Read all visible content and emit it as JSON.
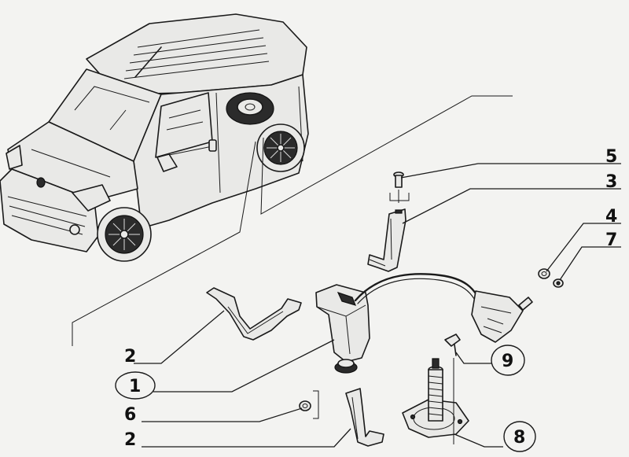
{
  "callouts": [
    {
      "id": "1",
      "label": "1",
      "circled": true
    },
    {
      "id": "2a",
      "label": "2",
      "circled": false
    },
    {
      "id": "2b",
      "label": "2",
      "circled": false
    },
    {
      "id": "3",
      "label": "3",
      "circled": false
    },
    {
      "id": "4",
      "label": "4",
      "circled": false
    },
    {
      "id": "5",
      "label": "5",
      "circled": false
    },
    {
      "id": "6",
      "label": "6",
      "circled": false
    },
    {
      "id": "7",
      "label": "7",
      "circled": false
    },
    {
      "id": "8",
      "label": "8",
      "circled": true
    },
    {
      "id": "9",
      "label": "9",
      "circled": true
    }
  ],
  "colors": {
    "ink": "#1a1a1a",
    "paper": "#f3f3f1"
  }
}
